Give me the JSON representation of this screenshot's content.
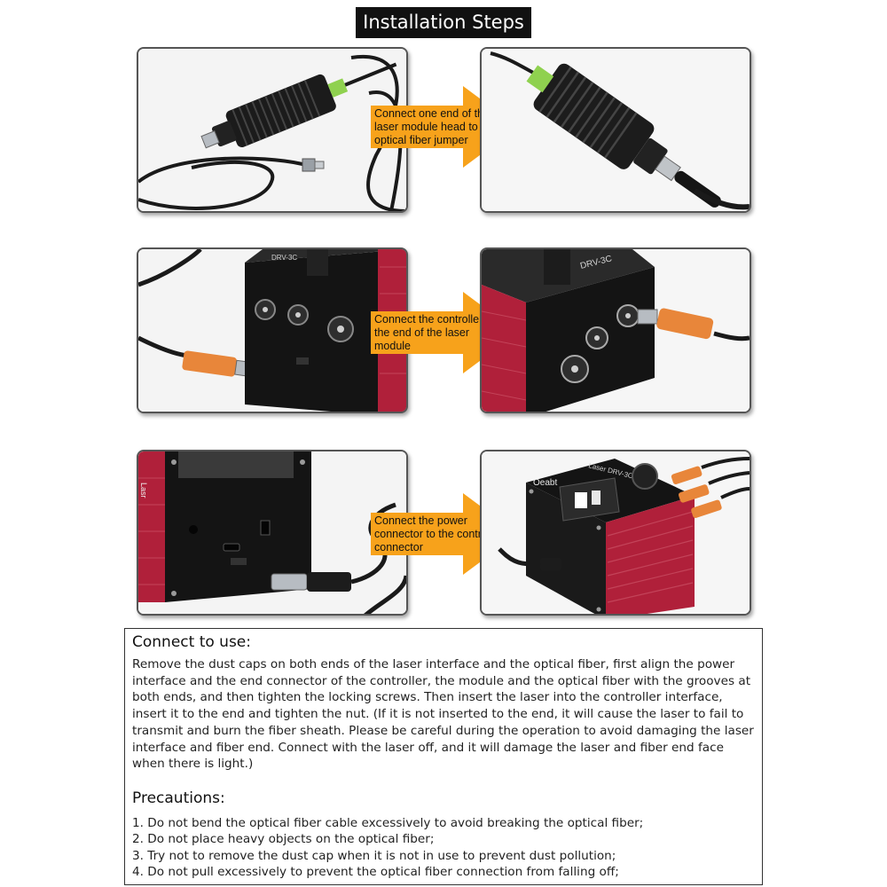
{
  "page_title": "Installation Steps",
  "steps": [
    {
      "label": "Connect one end of the laser module head to an optical fiber jumper"
    },
    {
      "label": "Connect the controller at the end of the laser module"
    },
    {
      "label": "Connect the power connector to the controller connector"
    }
  ],
  "device_labels": {
    "brand": "Oeabt",
    "model_side": "DRV-3C",
    "model_front": "Laser DRV-3C",
    "rear_label": "Lasr"
  },
  "connect_section": {
    "heading": "Connect to use:",
    "body": "Remove the dust caps on both ends of the laser interface and the optical fiber, first align the power interface and the end connector of the controller, the module and the optical fiber with the grooves at both ends, and then tighten the locking screws. Then insert the laser into the controller interface, insert it to the end and tighten the nut. (If it is not inserted to the end, it will cause the laser to fail to transmit and burn the fiber sheath. Please be careful during the operation to avoid damaging the laser interface and fiber end. Connect with the laser off, and it will damage the laser and fiber end face when there is light.)"
  },
  "precautions": {
    "heading": "Precautions:",
    "items": [
      "1. Do not bend the optical fiber cable excessively to avoid breaking the optical fiber;",
      "2. Do not place heavy objects on the optical fiber;",
      "3. Try not to remove the dust cap when it is not in use to prevent dust pollution;",
      "4. Do not pull excessively to prevent the optical fiber connection from falling off;"
    ]
  },
  "colors": {
    "arrow": "#f7a21b",
    "housing_red": "#b0203a",
    "connector_orange": "#e8863a",
    "title_bg": "#111111"
  }
}
